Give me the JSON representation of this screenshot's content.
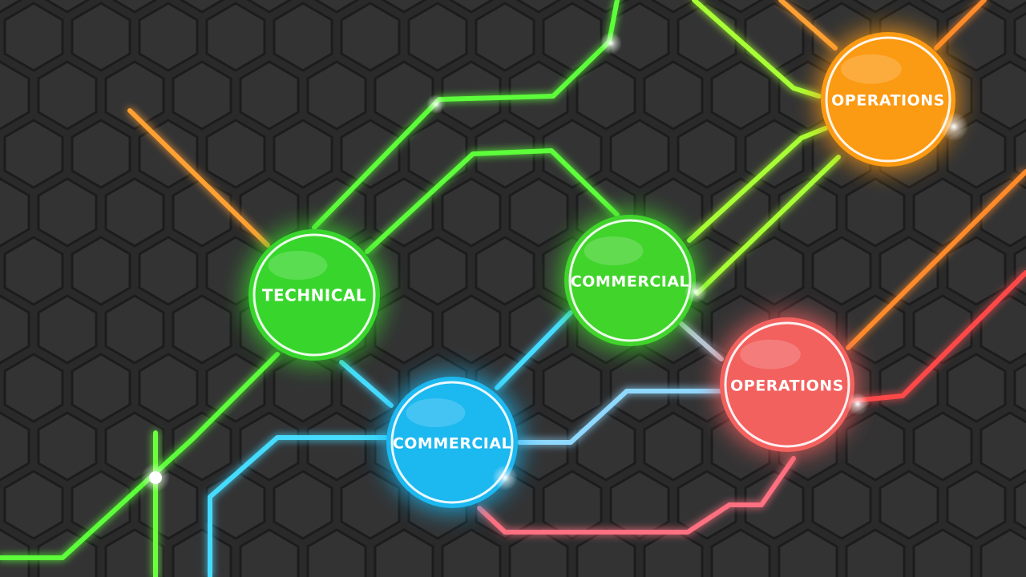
{
  "nodes": [
    {
      "id": "technical",
      "label": "TECHNICAL",
      "color": "#38d62c"
    },
    {
      "id": "commercial-green",
      "label": "COMMERCIAL",
      "color": "#41d42b"
    },
    {
      "id": "commercial-blue",
      "label": "COMMERCIAL",
      "color": "#1cb8f0"
    },
    {
      "id": "operations-orange",
      "label": "OPERATIONS",
      "color": "#fb9a13"
    },
    {
      "id": "operations-red",
      "label": "OPERATIONS",
      "color": "#f2615e"
    }
  ],
  "palette": {
    "background": "#2a2a2b",
    "hexagon_fill": "#333334",
    "hexagon_stroke": "#1c1c1d",
    "green_line": "#5dff3a",
    "lime_line": "#a8ff34",
    "orange_line": "#ffa033",
    "cyan_line": "#44dcff",
    "red_line": "#ff4a4a",
    "violet_line": "#c38cff"
  }
}
